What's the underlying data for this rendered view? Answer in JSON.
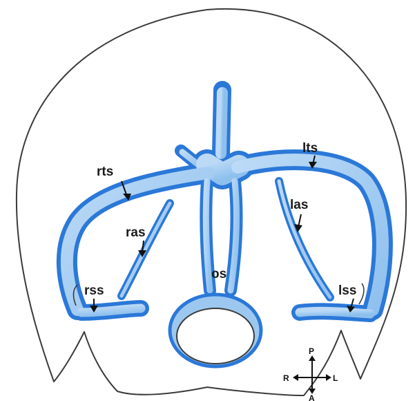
{
  "figure": {
    "labels": {
      "rts": "rts",
      "lts": "lts",
      "ras": "ras",
      "las": "las",
      "rss": "rss",
      "lss": "lss",
      "os": "os"
    },
    "compass": {
      "posterior": "P",
      "anterior": "A",
      "right": "R",
      "left": "L"
    },
    "colors": {
      "vessel_edge": "#2b78d8",
      "vessel_fill": "#9cc8f0",
      "vessel_core": "#d6e9fa",
      "outline": "#3a3a3a"
    }
  }
}
